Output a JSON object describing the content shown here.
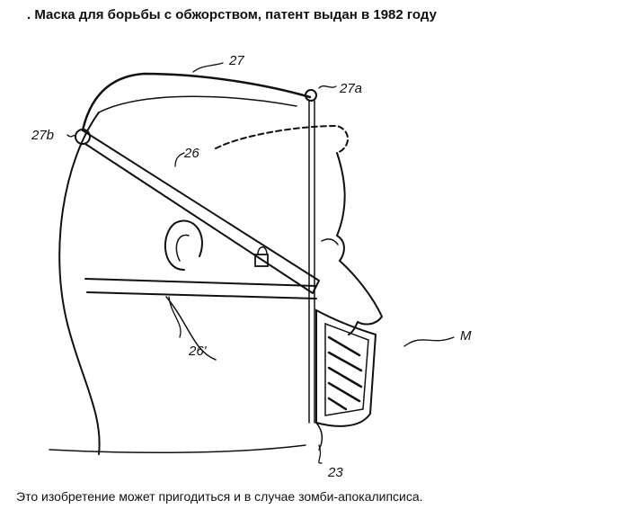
{
  "title": ". Маска для борьбы с обжорством, патент выдан в 1982 году",
  "caption": "Это изобретение может пригодиться и в случае зомби-апокалипсиса.",
  "figure_labels": {
    "l27": "27",
    "l27a": "27a",
    "l27b": "27b",
    "l26": "26",
    "l26p": "26'",
    "lM": "M",
    "l23": "23"
  }
}
